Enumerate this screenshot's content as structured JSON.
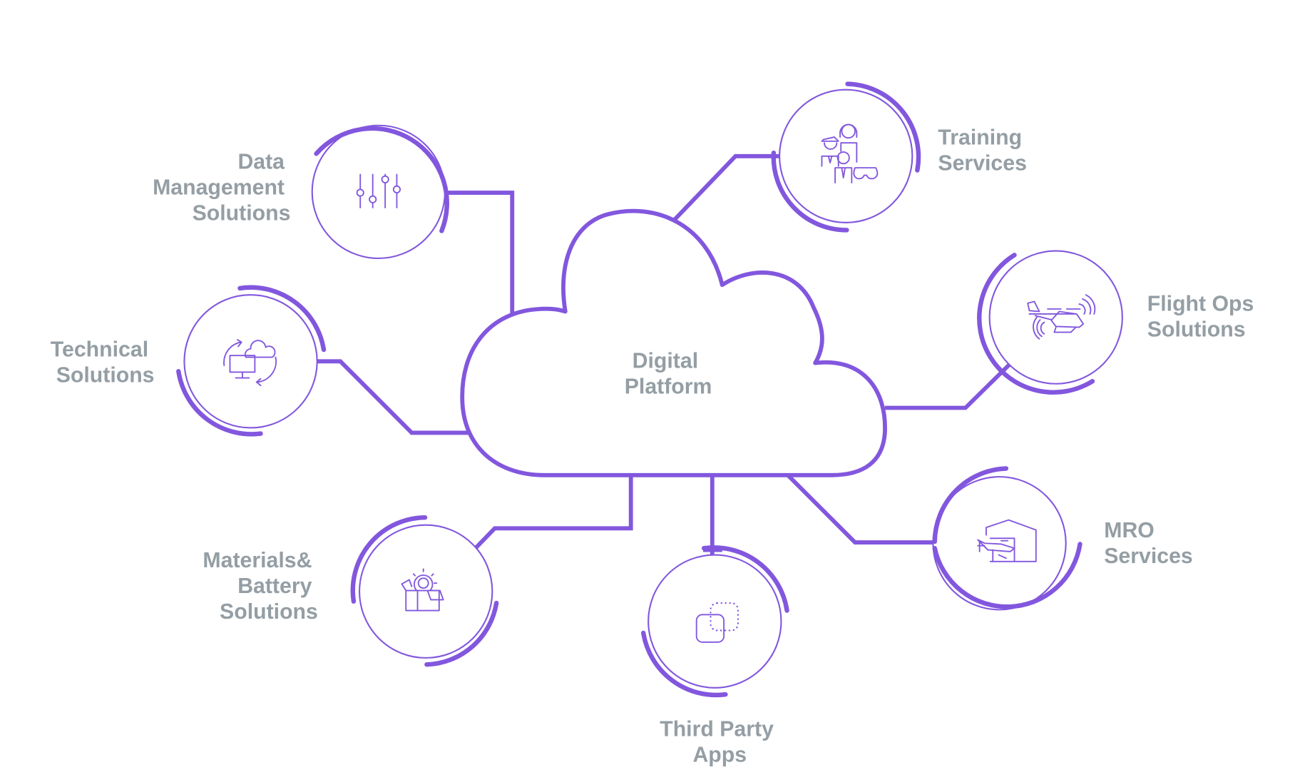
{
  "diagram": {
    "type": "hub-and-spoke",
    "colors": {
      "accent": "#8257DE",
      "text": "#949EA4",
      "background": "#FFFFFF"
    },
    "center": {
      "label_lines": [
        "Digital",
        "Platform"
      ],
      "icon": "cloud-icon"
    },
    "nodes": [
      {
        "id": "data-management",
        "label_lines": [
          "Data",
          "Management",
          "Solutions"
        ],
        "icon": "sliders-icon"
      },
      {
        "id": "technical",
        "label_lines": [
          "Technical",
          "Solutions"
        ],
        "icon": "cloud-sync-monitor-icon"
      },
      {
        "id": "materials-battery",
        "label_lines": [
          "Materials&",
          "Battery",
          "Solutions"
        ],
        "icon": "box-gear-icon"
      },
      {
        "id": "third-party",
        "label_lines": [
          "Third Party",
          "Apps"
        ],
        "icon": "app-squares-icon"
      },
      {
        "id": "mro",
        "label_lines": [
          "MRO",
          "Services"
        ],
        "icon": "hangar-aircraft-icon"
      },
      {
        "id": "flight-ops",
        "label_lines": [
          "Flight Ops",
          "Solutions"
        ],
        "icon": "evtol-aircraft-icon"
      },
      {
        "id": "training",
        "label_lines": [
          "Training",
          "Services"
        ],
        "icon": "crew-training-icon"
      }
    ],
    "edges": [
      [
        "center",
        "data-management"
      ],
      [
        "center",
        "technical"
      ],
      [
        "center",
        "materials-battery"
      ],
      [
        "center",
        "third-party"
      ],
      [
        "center",
        "mro"
      ],
      [
        "center",
        "flight-ops"
      ],
      [
        "center",
        "training"
      ]
    ]
  }
}
